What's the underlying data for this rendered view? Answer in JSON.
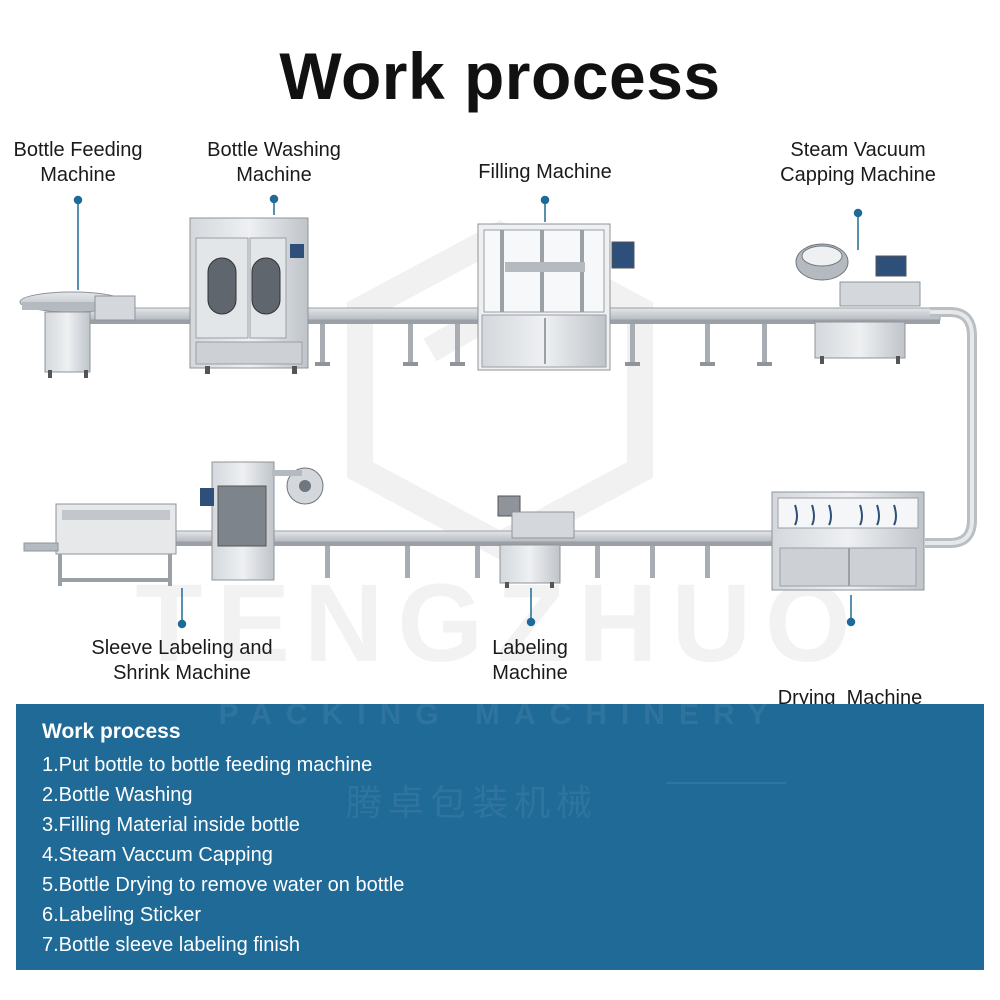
{
  "title": "Work process",
  "watermark": {
    "brand": "TENGZHUO",
    "sub": "PACKING MACHINERY",
    "cn": "腾卓包装机械"
  },
  "machines": {
    "bottle_feeding": [
      "Bottle Feeding",
      "Machine"
    ],
    "bottle_washing": [
      "Bottle Washing",
      "Machine"
    ],
    "filling": [
      "Filling Machine"
    ],
    "steam_capping": [
      "Steam Vacuum",
      "Capping Machine"
    ],
    "sleeve_labeling": [
      "Sleeve Labeling and",
      "Shrink Machine"
    ],
    "labeling": [
      "Labeling",
      "Machine"
    ],
    "drying": [
      "Drying  Machine"
    ]
  },
  "process": {
    "heading": "Work process",
    "steps": [
      "1.Put bottle to bottle feeding machine",
      "2.Bottle Washing",
      "3.Filling Material inside bottle",
      "4.Steam Vaccum Capping",
      "5.Bottle Drying to remove water on bottle",
      "6.Labeling Sticker",
      "7.Bottle sleeve labeling finish"
    ]
  },
  "colors": {
    "panel": "#1f6a97",
    "marker": "#1f6a97",
    "steel": "#c9cdd1",
    "steel_dark": "#8e949a"
  }
}
